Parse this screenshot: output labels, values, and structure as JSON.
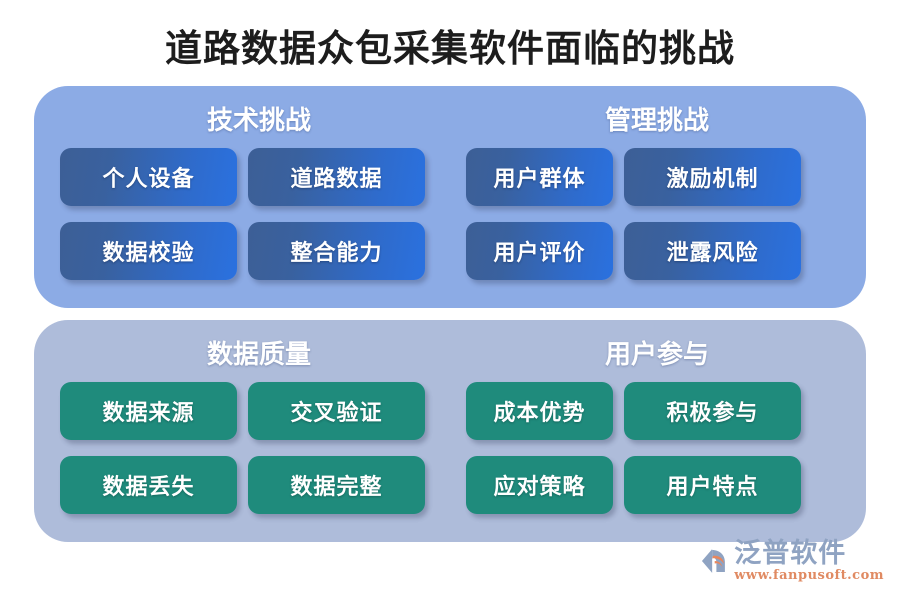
{
  "title": "道路数据众包采集软件面临的挑战",
  "colors": {
    "panel_technical_bg": "#8cabe5",
    "panel_quality_bg": "#aebcda",
    "box_blue_start": "#3d5f96",
    "box_blue_end": "#2a71e0",
    "box_teal": "#1f8b7c",
    "title_text": "#1d1d1d",
    "logo_name": "#8fa3c2",
    "logo_url": "#e08a62"
  },
  "panels": [
    {
      "id": "technical",
      "groups": [
        {
          "id": "technical-challenge",
          "heading": "技术挑战"
        },
        {
          "id": "management-challenge",
          "heading": "管理挑战"
        }
      ],
      "boxes": [
        {
          "label": "个人设备",
          "group": "technical-challenge",
          "row": 1,
          "col": 1
        },
        {
          "label": "道路数据",
          "group": "technical-challenge",
          "row": 1,
          "col": 2
        },
        {
          "label": "用户群体",
          "group": "management-challenge",
          "row": 1,
          "col": 3
        },
        {
          "label": "激励机制",
          "group": "management-challenge",
          "row": 1,
          "col": 4
        },
        {
          "label": "数据校验",
          "group": "technical-challenge",
          "row": 2,
          "col": 1
        },
        {
          "label": "整合能力",
          "group": "technical-challenge",
          "row": 2,
          "col": 2
        },
        {
          "label": "用户评价",
          "group": "management-challenge",
          "row": 2,
          "col": 3
        },
        {
          "label": "泄露风险",
          "group": "management-challenge",
          "row": 2,
          "col": 4
        }
      ]
    },
    {
      "id": "quality",
      "groups": [
        {
          "id": "data-quality",
          "heading": "数据质量"
        },
        {
          "id": "user-participation",
          "heading": "用户参与"
        }
      ],
      "boxes": [
        {
          "label": "数据来源",
          "group": "data-quality",
          "row": 1,
          "col": 1
        },
        {
          "label": "交叉验证",
          "group": "data-quality",
          "row": 1,
          "col": 2
        },
        {
          "label": "成本优势",
          "group": "user-participation",
          "row": 1,
          "col": 3
        },
        {
          "label": "积极参与",
          "group": "user-participation",
          "row": 1,
          "col": 4
        },
        {
          "label": "数据丢失",
          "group": "data-quality",
          "row": 2,
          "col": 1
        },
        {
          "label": "数据完整",
          "group": "data-quality",
          "row": 2,
          "col": 2
        },
        {
          "label": "应对策略",
          "group": "user-participation",
          "row": 2,
          "col": 3
        },
        {
          "label": "用户特点",
          "group": "user-participation",
          "row": 2,
          "col": 4
        }
      ]
    }
  ],
  "logo": {
    "icon": "fanpu-swoosh-logo-icon",
    "name": "泛普软件",
    "url": "www.fanpusoft.com"
  }
}
